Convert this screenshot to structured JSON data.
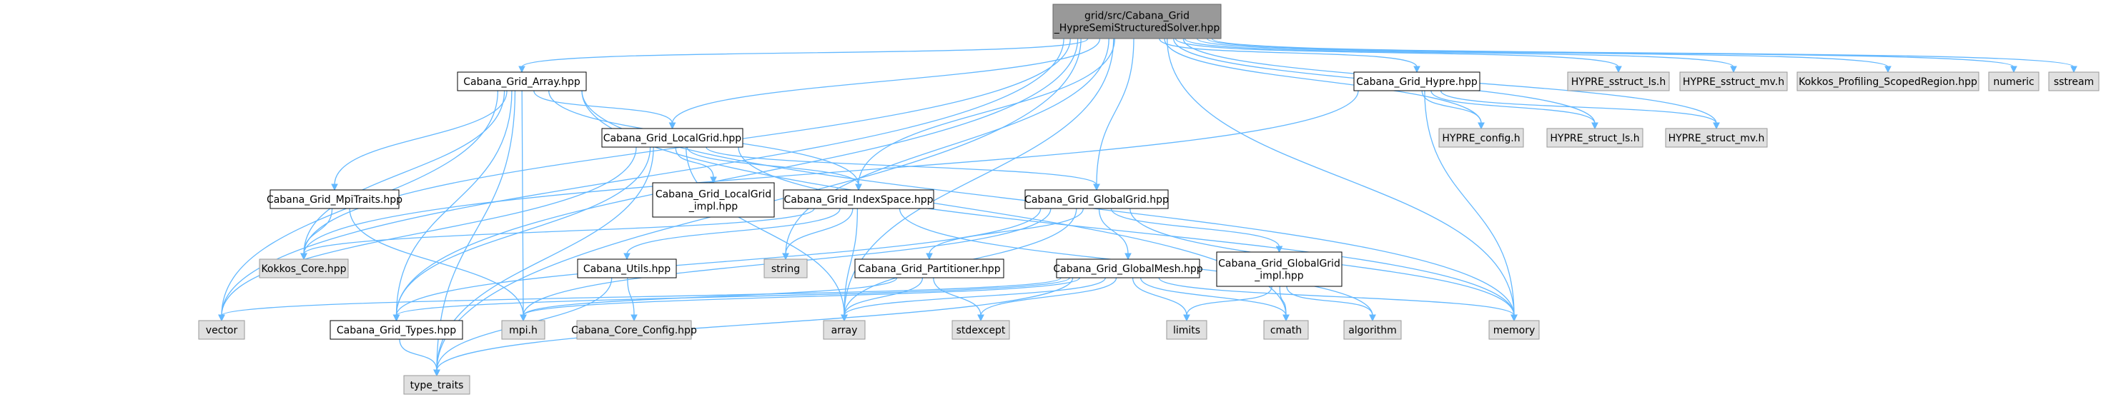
{
  "colors": {
    "root_fill": "#999999",
    "root_border": "#666666",
    "node_fill": "#ffffff",
    "node_border": "#000000",
    "external_fill": "#e0e0e0",
    "external_border": "#999999",
    "edge": "#63B8FF"
  },
  "nodes": [
    {
      "id": "root",
      "kind": "root",
      "lines": [
        "grid/src/Cabana_Grid",
        "_HypreSemiStructuredSolver.hpp"
      ]
    },
    {
      "id": "array_hpp",
      "kind": "internal",
      "lines": [
        "Cabana_Grid_Array.hpp"
      ]
    },
    {
      "id": "localgrid",
      "kind": "internal",
      "lines": [
        "Cabana_Grid_LocalGrid.hpp"
      ]
    },
    {
      "id": "localgrid_impl",
      "kind": "internal",
      "lines": [
        "Cabana_Grid_LocalGrid",
        "_impl.hpp"
      ]
    },
    {
      "id": "mpitraits",
      "kind": "internal",
      "lines": [
        "Cabana_Grid_MpiTraits.hpp"
      ]
    },
    {
      "id": "indexspace",
      "kind": "internal",
      "lines": [
        "Cabana_Grid_IndexSpace.hpp"
      ]
    },
    {
      "id": "globalgrid",
      "kind": "internal",
      "lines": [
        "Cabana_Grid_GlobalGrid.hpp"
      ]
    },
    {
      "id": "utils",
      "kind": "internal",
      "lines": [
        "Cabana_Utils.hpp"
      ]
    },
    {
      "id": "partitioner",
      "kind": "internal",
      "lines": [
        "Cabana_Grid_Partitioner.hpp"
      ]
    },
    {
      "id": "globalmesh",
      "kind": "internal",
      "lines": [
        "Cabana_Grid_GlobalMesh.hpp"
      ]
    },
    {
      "id": "globalgrid_impl",
      "kind": "internal",
      "lines": [
        "Cabana_Grid_GlobalGrid",
        "_impl.hpp"
      ]
    },
    {
      "id": "types",
      "kind": "internal",
      "lines": [
        "Cabana_Grid_Types.hpp"
      ]
    },
    {
      "id": "hypre",
      "kind": "internal",
      "lines": [
        "Cabana_Grid_Hypre.hpp"
      ]
    },
    {
      "id": "kokkos_core",
      "kind": "external",
      "lines": [
        "Kokkos_Core.hpp"
      ]
    },
    {
      "id": "vector",
      "kind": "external",
      "lines": [
        "vector"
      ]
    },
    {
      "id": "type_traits",
      "kind": "external",
      "lines": [
        "type_traits"
      ]
    },
    {
      "id": "mpi_h",
      "kind": "external",
      "lines": [
        "mpi.h"
      ]
    },
    {
      "id": "core_config",
      "kind": "external",
      "lines": [
        "Cabana_Core_Config.hpp"
      ]
    },
    {
      "id": "string",
      "kind": "external",
      "lines": [
        "string"
      ]
    },
    {
      "id": "array",
      "kind": "external",
      "lines": [
        "array"
      ]
    },
    {
      "id": "stdexcept",
      "kind": "external",
      "lines": [
        "stdexcept"
      ]
    },
    {
      "id": "limits",
      "kind": "external",
      "lines": [
        "limits"
      ]
    },
    {
      "id": "cmath",
      "kind": "external",
      "lines": [
        "cmath"
      ]
    },
    {
      "id": "algorithm",
      "kind": "external",
      "lines": [
        "algorithm"
      ]
    },
    {
      "id": "memory",
      "kind": "external",
      "lines": [
        "memory"
      ]
    },
    {
      "id": "hypre_config",
      "kind": "external",
      "lines": [
        "HYPRE_config.h"
      ]
    },
    {
      "id": "hypre_struct_ls",
      "kind": "external",
      "lines": [
        "HYPRE_struct_ls.h"
      ]
    },
    {
      "id": "hypre_struct_mv",
      "kind": "external",
      "lines": [
        "HYPRE_struct_mv.h"
      ]
    },
    {
      "id": "hypre_sstruct_ls",
      "kind": "external",
      "lines": [
        "HYPRE_sstruct_ls.h"
      ]
    },
    {
      "id": "hypre_sstruct_mv",
      "kind": "external",
      "lines": [
        "HYPRE_sstruct_mv.h"
      ]
    },
    {
      "id": "kokkos_profiling",
      "kind": "external",
      "lines": [
        "Kokkos_Profiling_ScopedRegion.hpp"
      ]
    },
    {
      "id": "numeric",
      "kind": "external",
      "lines": [
        "numeric"
      ]
    },
    {
      "id": "sstream",
      "kind": "external",
      "lines": [
        "sstream"
      ]
    }
  ],
  "edges": [
    [
      "root",
      "array_hpp"
    ],
    [
      "root",
      "localgrid"
    ],
    [
      "root",
      "indexspace"
    ],
    [
      "root",
      "globalgrid"
    ],
    [
      "root",
      "hypre"
    ],
    [
      "root",
      "types"
    ],
    [
      "root",
      "kokkos_core"
    ],
    [
      "root",
      "vector"
    ],
    [
      "root",
      "type_traits"
    ],
    [
      "root",
      "memory"
    ],
    [
      "root",
      "string"
    ],
    [
      "root",
      "array"
    ],
    [
      "root",
      "hypre_config"
    ],
    [
      "root",
      "hypre_struct_ls"
    ],
    [
      "root",
      "hypre_struct_mv"
    ],
    [
      "root",
      "hypre_sstruct_ls"
    ],
    [
      "root",
      "hypre_sstruct_mv"
    ],
    [
      "root",
      "kokkos_profiling"
    ],
    [
      "root",
      "numeric"
    ],
    [
      "root",
      "sstream"
    ],
    [
      "array_hpp",
      "localgrid"
    ],
    [
      "array_hpp",
      "mpitraits"
    ],
    [
      "array_hpp",
      "indexspace"
    ],
    [
      "array_hpp",
      "types"
    ],
    [
      "array_hpp",
      "kokkos_core"
    ],
    [
      "array_hpp",
      "vector"
    ],
    [
      "array_hpp",
      "type_traits"
    ],
    [
      "array_hpp",
      "mpi_h"
    ],
    [
      "array_hpp",
      "memory"
    ],
    [
      "array_hpp",
      "cmath"
    ],
    [
      "localgrid",
      "localgrid_impl"
    ],
    [
      "localgrid",
      "indexspace"
    ],
    [
      "localgrid",
      "globalgrid"
    ],
    [
      "localgrid",
      "types"
    ],
    [
      "localgrid",
      "array"
    ],
    [
      "localgrid",
      "vector"
    ],
    [
      "localgrid",
      "type_traits"
    ],
    [
      "localgrid",
      "memory"
    ],
    [
      "mpitraits",
      "kokkos_core"
    ],
    [
      "mpitraits",
      "mpi_h"
    ],
    [
      "indexspace",
      "utils"
    ],
    [
      "indexspace",
      "kokkos_core"
    ],
    [
      "indexspace",
      "string"
    ],
    [
      "indexspace",
      "array"
    ],
    [
      "indexspace",
      "algorithm"
    ],
    [
      "globalgrid",
      "partitioner"
    ],
    [
      "globalgrid",
      "globalmesh"
    ],
    [
      "globalgrid",
      "globalgrid_impl"
    ],
    [
      "globalgrid",
      "types"
    ],
    [
      "globalgrid",
      "mpi_h"
    ],
    [
      "globalgrid",
      "array"
    ],
    [
      "globalgrid",
      "memory"
    ],
    [
      "utils",
      "core_config"
    ],
    [
      "utils",
      "type_traits"
    ],
    [
      "partitioner",
      "mpi_h"
    ],
    [
      "partitioner",
      "array"
    ],
    [
      "partitioner",
      "stdexcept"
    ],
    [
      "globalmesh",
      "types"
    ],
    [
      "globalmesh",
      "vector"
    ],
    [
      "globalmesh",
      "type_traits"
    ],
    [
      "globalmesh",
      "array"
    ],
    [
      "globalmesh",
      "stdexcept"
    ],
    [
      "globalmesh",
      "limits"
    ],
    [
      "globalmesh",
      "cmath"
    ],
    [
      "globalmesh",
      "memory"
    ],
    [
      "globalmesh",
      "mpi_h"
    ],
    [
      "globalgrid_impl",
      "limits"
    ],
    [
      "globalgrid_impl",
      "cmath"
    ],
    [
      "globalgrid_impl",
      "algorithm"
    ],
    [
      "types",
      "type_traits"
    ],
    [
      "hypre",
      "hypre_config"
    ],
    [
      "hypre",
      "hypre_struct_ls"
    ],
    [
      "hypre",
      "hypre_struct_mv"
    ],
    [
      "hypre",
      "memory"
    ],
    [
      "hypre",
      "kokkos_core"
    ]
  ]
}
